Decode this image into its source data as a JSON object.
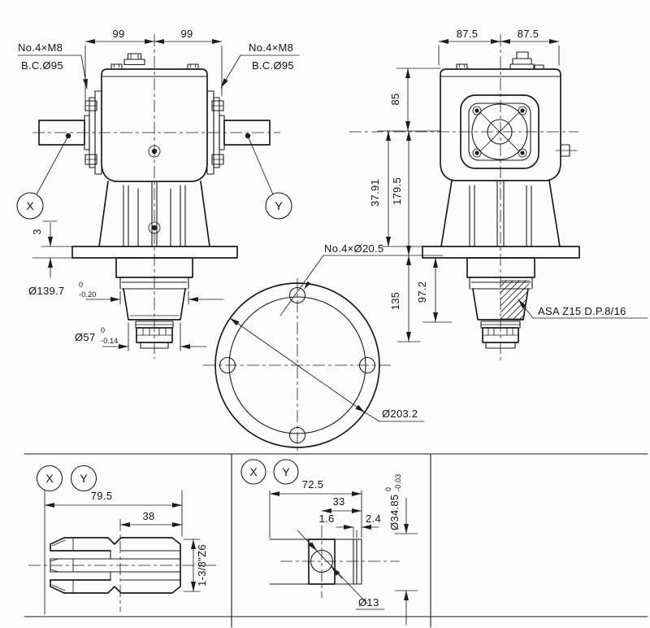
{
  "colors": {
    "line": "#1d1d1d",
    "background": "#fcfcfc"
  },
  "front_view": {
    "dim_top_left": "99",
    "dim_top_right": "99",
    "bolt_label_left_line1": "No.4×M8",
    "bolt_label_left_line2": "B.C.Ø95",
    "bolt_label_right_line1": "No.4×M8",
    "bolt_label_right_line2": "B.C.Ø95",
    "balloon_x": "X",
    "balloon_y": "Y",
    "dim_flange_step": "3",
    "dim_hub_dia": "Ø139.7",
    "dim_hub_dia_tol_upper": "0",
    "dim_hub_dia_tol_lower": "-0.20",
    "dim_shaft_dia": "Ø57",
    "dim_shaft_dia_tol_upper": "0",
    "dim_shaft_dia_tol_lower": "-0.14"
  },
  "side_view": {
    "dim_top_left": "87.5",
    "dim_top_right": "87.5",
    "dim_top_to_center": "85",
    "dim_center_to_flange": "37.91",
    "dim_overall_height": "179.5",
    "dim_flange_to_bottom": "135",
    "dim_hub_length": "97.2",
    "spline_label": "ASA Z15 D.P.8/16"
  },
  "flange_view": {
    "holes_label": "No.4×Ø20.5",
    "bolt_circle_dia": "Ø203.2"
  },
  "detail_spline": {
    "balloon_x": "X",
    "balloon_y": "Y",
    "dim_length": "79.5",
    "dim_spline_length": "38",
    "spline_spec": "1-3/8\"Z6"
  },
  "detail_yoke": {
    "balloon_x": "X",
    "balloon_y": "Y",
    "dim_length": "72.5",
    "dim_hub_length": "33",
    "dim_slot": "1.6",
    "dim_wall": "2.4",
    "dim_hole_dia": "Ø13",
    "dim_tube_dia": "Ø34.85",
    "dim_tube_dia_tol_upper": "0",
    "dim_tube_dia_tol_lower": "-0.03"
  }
}
